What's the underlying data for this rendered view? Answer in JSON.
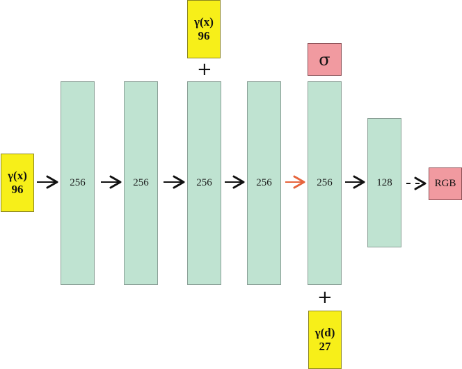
{
  "inputs": {
    "left": {
      "symbol": "γ(x)",
      "dim": "96"
    },
    "top": {
      "symbol": "γ(x)",
      "dim": "96"
    },
    "bottom": {
      "symbol": "γ(d)",
      "dim": "27"
    }
  },
  "layers": [
    {
      "label": "256"
    },
    {
      "label": "256"
    },
    {
      "label": "256"
    },
    {
      "label": "256"
    },
    {
      "label": "256"
    },
    {
      "label": "128"
    }
  ],
  "outputs": {
    "sigma": "σ",
    "rgb": "RGB"
  },
  "operators": {
    "plus": "+"
  },
  "colors": {
    "layer_fill": "#bfe3d1",
    "input_fill": "#f7ef19",
    "output_fill": "#f19aa0",
    "arrow": "#111111",
    "highlight_arrow": "#e6643c"
  }
}
